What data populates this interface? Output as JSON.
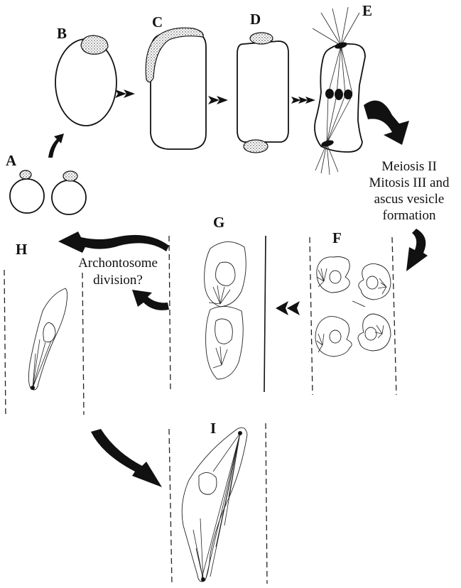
{
  "panels": {
    "A": "A",
    "B": "B",
    "C": "C",
    "D": "D",
    "E": "E",
    "F": "F",
    "G": "G",
    "H": "H",
    "I": "I"
  },
  "captions": {
    "meiosis_lines": [
      "Meiosis II",
      "Mitosis III and",
      "ascus vesicle",
      "formation"
    ],
    "archontosome_lines": [
      "Archontosome",
      "division?"
    ]
  }
}
